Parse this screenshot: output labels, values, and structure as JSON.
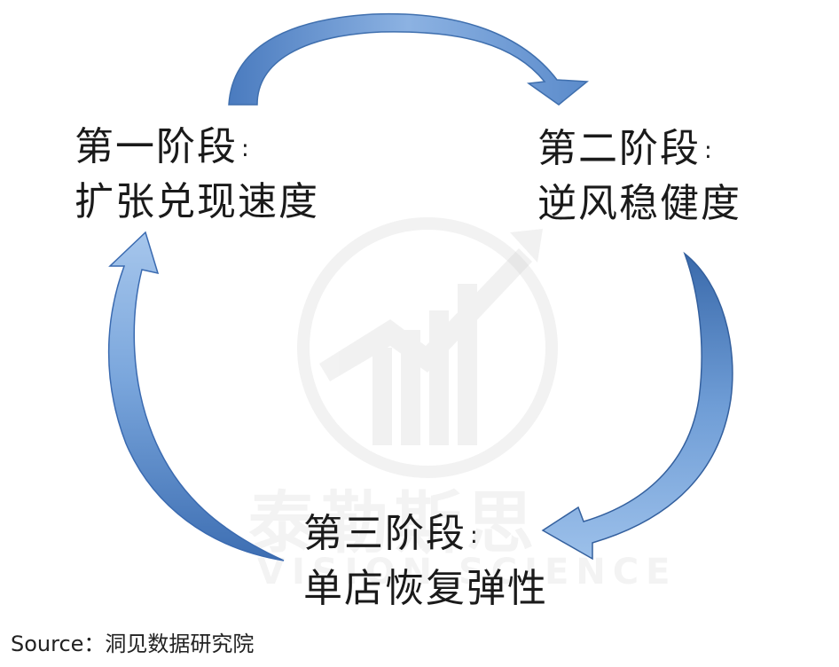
{
  "stages": [
    {
      "title": "第一阶段",
      "colon": ":",
      "desc": "扩张兑现速度"
    },
    {
      "title": "第二阶段",
      "colon": ":",
      "desc": "逆风稳健度"
    },
    {
      "title": "第三阶段",
      "colon": ":",
      "desc": "单店恢复弹性"
    }
  ],
  "source": "Source：洞见数据研究院",
  "watermark": {
    "cn": "泰勒斯思",
    "en": "VISION SCIENCE"
  },
  "colors": {
    "arrow_light": "#8db2e0",
    "arrow_dark": "#3a6db1",
    "text": "#1a1a1a",
    "watermark": "#c8c8c8"
  }
}
